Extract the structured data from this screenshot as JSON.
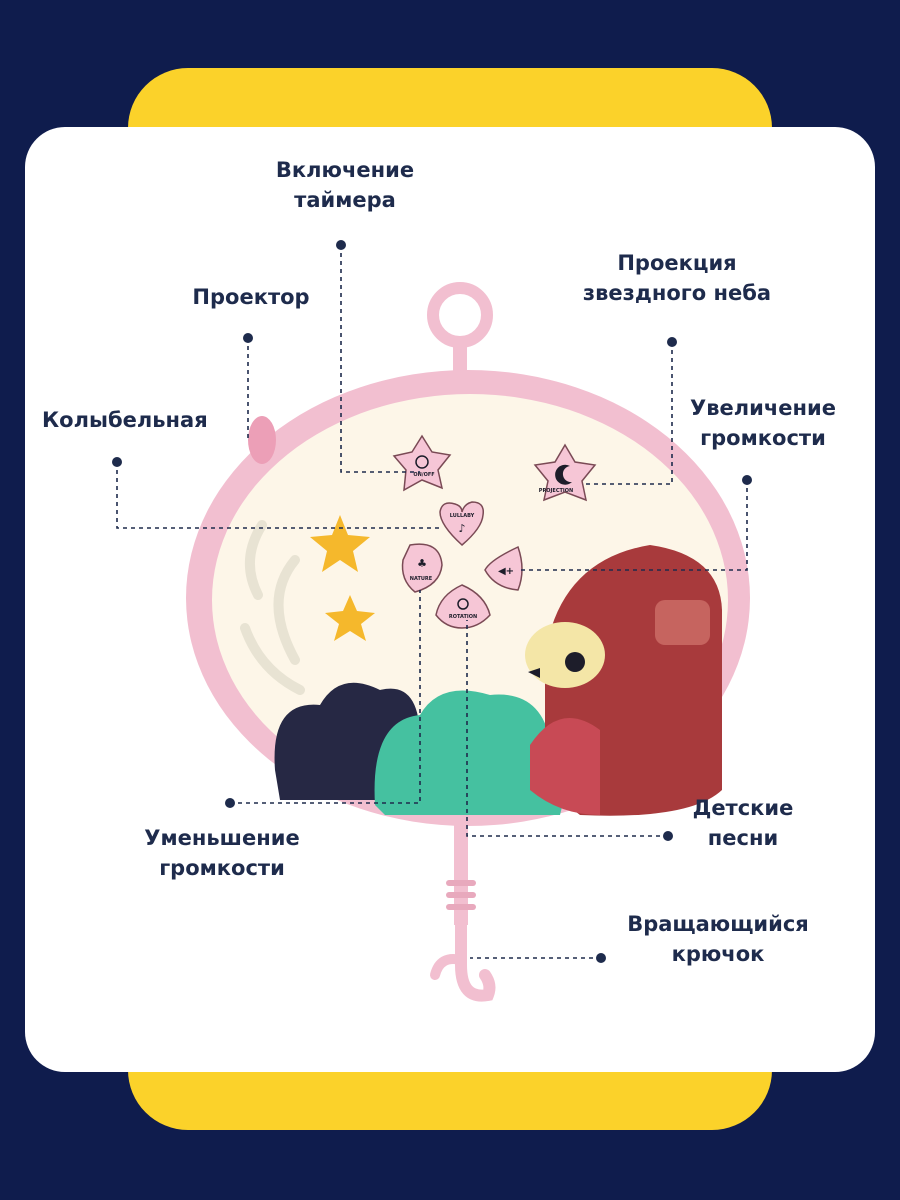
{
  "labels": {
    "timer": [
      "Включение",
      "таймера"
    ],
    "projector": [
      "Проектор"
    ],
    "star_projection": [
      "Проекция",
      "звездного неба"
    ],
    "lullaby": [
      "Колыбельная"
    ],
    "volume_up": [
      "Увеличение",
      "громкости"
    ],
    "kids_songs": [
      "Детские",
      "песни"
    ],
    "volume_down": [
      "Уменьшение",
      "громкости"
    ],
    "rotating_hook": [
      "Вращающийся",
      "крючок"
    ]
  },
  "device_buttons": {
    "onoff": "ON/OFF",
    "lullaby": "LULLABY",
    "nature": "NATURE",
    "projection": "PROJECTION",
    "rotation": "ROTATION"
  },
  "colors": {
    "background": "#0f1c4d",
    "frame": "#fbd22a",
    "card": "#ffffff",
    "text": "#1e2b4c",
    "device_pink": "#f2bfd0"
  }
}
